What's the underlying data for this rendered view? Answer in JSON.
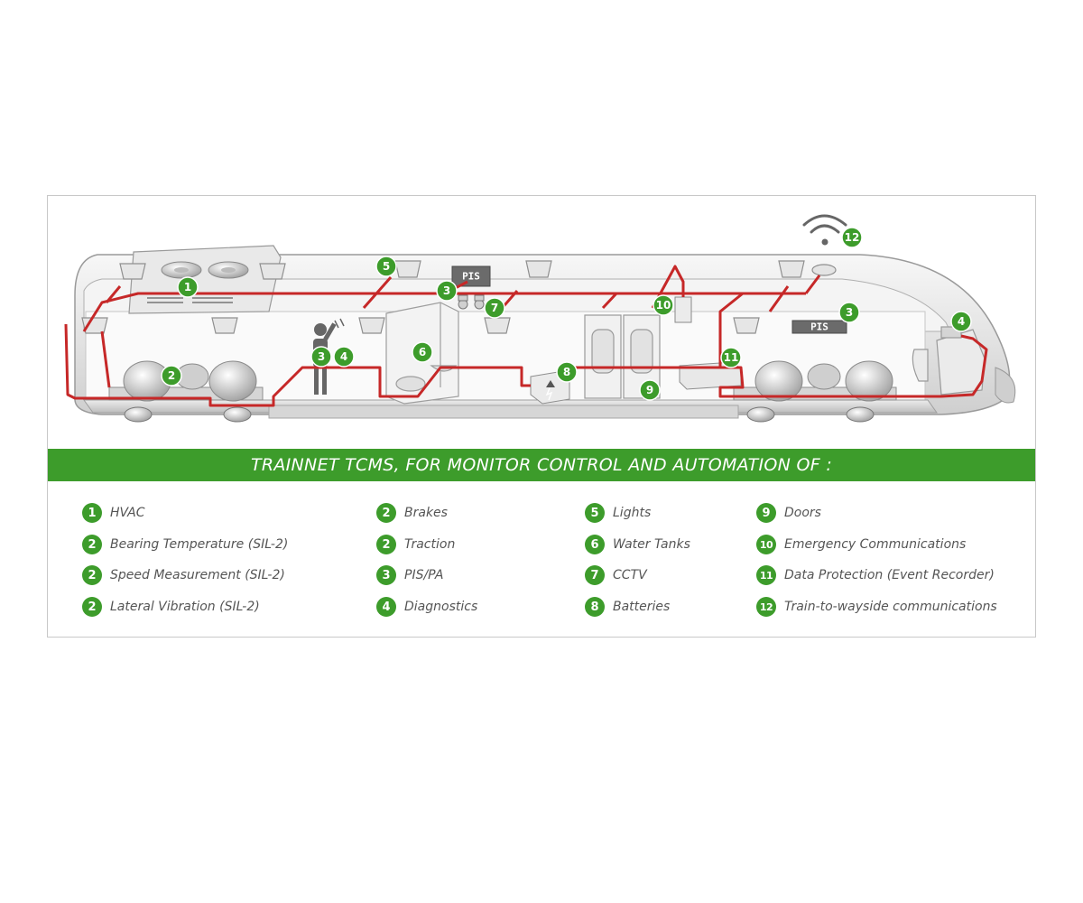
{
  "banner": {
    "title": "TRAINNET TCMS, FOR MONITOR CONTROL AND AUTOMATION OF :"
  },
  "colors": {
    "accent_green": "#3d9c2b",
    "wiring_red": "#c62828",
    "body_gray": "#d9d9d9"
  },
  "diagram": {
    "pis_sign_top": "PIS",
    "pis_sign_front": "PIS",
    "callouts": {
      "hvac": "1",
      "bogie_rear": "2",
      "passenger_pis": "3",
      "passenger_diag": "4",
      "lights": "5",
      "water_tank": "6",
      "pis_roof": "3",
      "cctv": "7",
      "battery": "8",
      "doors": "9",
      "emergency": "10",
      "recorder": "11",
      "antenna": "12",
      "pis_front": "3",
      "cab_diag": "4"
    }
  },
  "legend": {
    "col1": [
      {
        "num": "1",
        "label": "HVAC"
      },
      {
        "num": "2",
        "label": "Bearing Temperature (SIL-2)"
      },
      {
        "num": "2",
        "label": "Speed Measurement (SIL-2)"
      },
      {
        "num": "2",
        "label": "Lateral Vibration (SIL-2)"
      }
    ],
    "col2": [
      {
        "num": "2",
        "label": "Brakes"
      },
      {
        "num": "2",
        "label": "Traction"
      },
      {
        "num": "3",
        "label": "PIS/PA"
      },
      {
        "num": "4",
        "label": "Diagnostics"
      }
    ],
    "col3": [
      {
        "num": "5",
        "label": "Lights"
      },
      {
        "num": "6",
        "label": "Water Tanks"
      },
      {
        "num": "7",
        "label": "CCTV"
      },
      {
        "num": "8",
        "label": "Batteries"
      }
    ],
    "col4": [
      {
        "num": "9",
        "label": "Doors"
      },
      {
        "num": "10",
        "label": "Emergency Communications"
      },
      {
        "num": "11",
        "label": "Data Protection (Event Recorder)"
      },
      {
        "num": "12",
        "label": "Train-to-wayside communications"
      }
    ]
  }
}
